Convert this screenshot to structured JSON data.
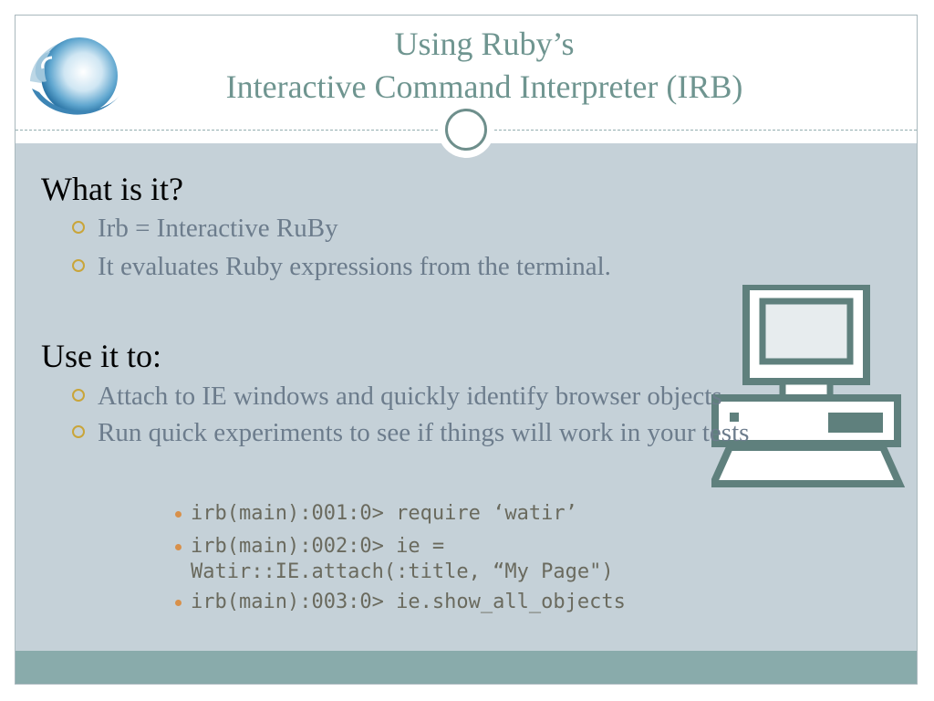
{
  "title": {
    "line1": "Using Ruby’s",
    "line2": "Interactive Command Interpreter (IRB)"
  },
  "sections": [
    {
      "heading": "What is it?",
      "bullets": [
        "Irb = Interactive RuBy",
        "It evaluates Ruby expressions from the terminal."
      ]
    },
    {
      "heading": "Use it to:",
      "bullets": [
        "Attach to IE windows and quickly identify browser objects",
        "Run quick experiments to see if things will work in your tests"
      ]
    }
  ],
  "code_lines": [
    "irb(main):001:0> require ‘watir’",
    "irb(main):002:0> ie = Watir::IE.attach(:title, “My Page\")",
    "irb(main):003:0> ie.show_all_objects"
  ],
  "icons": {
    "logo": "globe-logo-icon",
    "computer": "computer-icon",
    "ring": "ring-ornament-icon"
  },
  "colors": {
    "title": "#6f9590",
    "content_bg": "#c5d1d8",
    "footer_bg": "#89abab",
    "bullet_marker": "#c9a53a",
    "code_marker": "#d8904a",
    "computer_stroke": "#5f807d"
  }
}
